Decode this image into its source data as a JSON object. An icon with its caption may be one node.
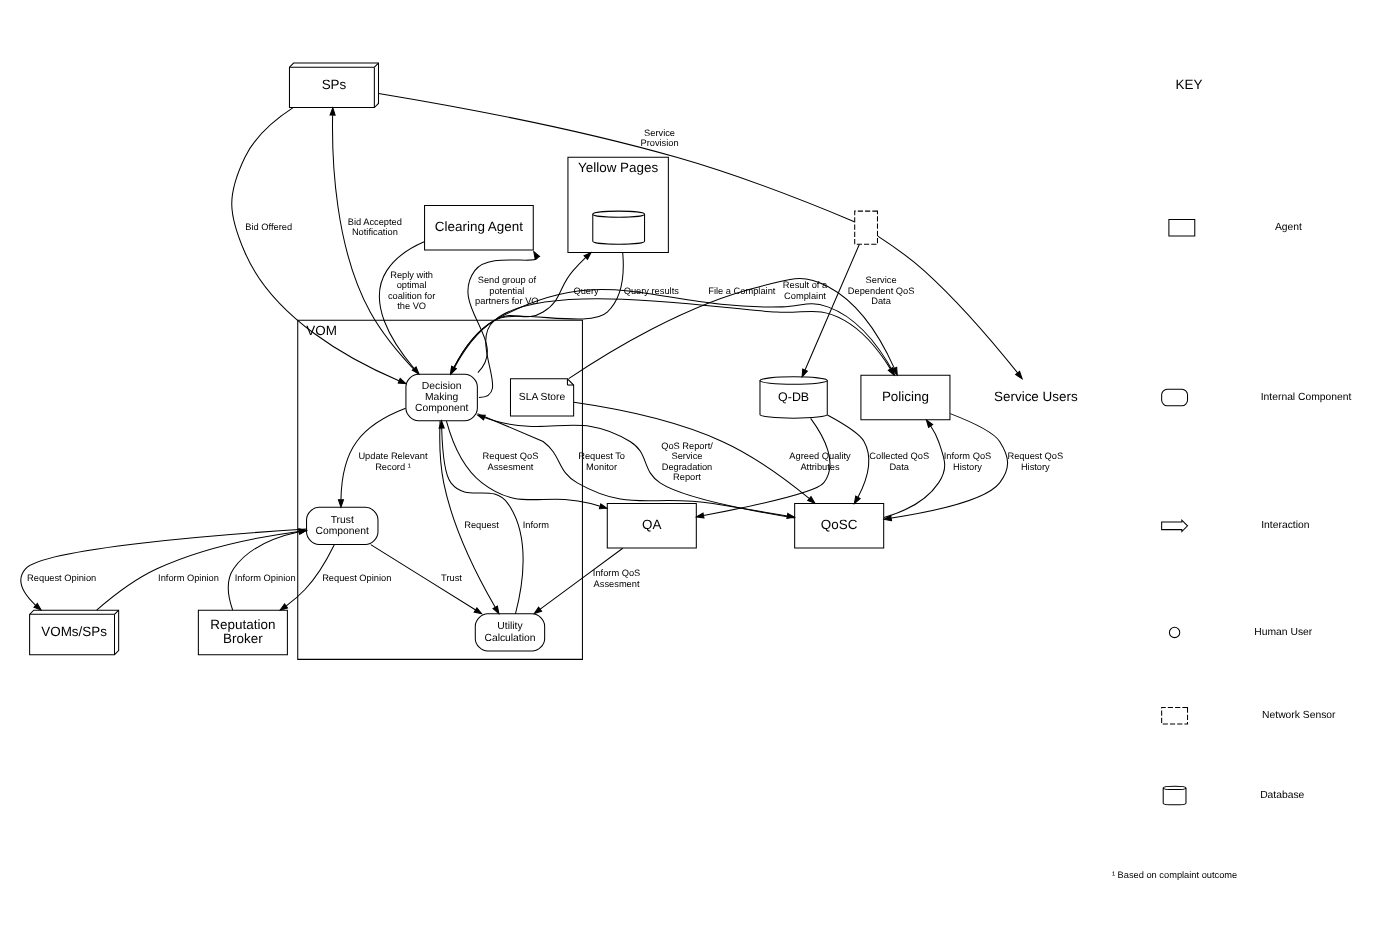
{
  "diagram": {
    "nodes": [
      {
        "text": [
          "Policing"
        ]
      },
      {
        "text": [
          "Clearing Agent"
        ]
      },
      {
        "text": [
          "Yellow Pages"
        ]
      },
      {
        "text": [],
        "shape": "cylinder",
        "in": 2
      },
      {
        "text": [
          "VOM"
        ]
      },
      {
        "text": [
          "Decision Making Component"
        ],
        "in": 4
      },
      {
        "text": [
          "Utility Calculation"
        ],
        "in": 4
      },
      {
        "text": [
          "SLA Store"
        ],
        "in": 4
      },
      {
        "text": [
          "Trust Component"
        ],
        "in": 4
      },
      {
        "text": [
          "SPs"
        ]
      },
      {
        "text": [
          "VOMs/SPs"
        ]
      },
      {
        "text": [
          "Reputation Broker"
        ]
      },
      {
        "text": [],
        "shape": "box"
      },
      {
        "text": [
          "Service Users"
        ]
      },
      {
        "text": [
          "Q-DB"
        ]
      },
      {
        "text": [
          "QoSC"
        ]
      },
      {
        "text": [
          "QA"
        ]
      }
    ],
    "edges": [
      {
        "from": 15,
        "to": 0,
        "arrow": "to",
        "label": "Inform QoS History"
      },
      {
        "from": 0,
        "to": 15,
        "arrow": "to",
        "label": "Request QoS History"
      },
      {
        "from": 2,
        "to": 5,
        "arrow": "to",
        "label": "Query results"
      },
      {
        "from": 5,
        "to": 2,
        "arrow": "to",
        "label": "Query"
      },
      {
        "from": 5,
        "to": 0,
        "arrow": "to",
        "label": "File a Complaint"
      },
      {
        "from": 7,
        "to": 0,
        "arrow": "to"
      },
      {
        "from": 0,
        "to": 5,
        "arrow": "to",
        "label": "Result of a Complaint"
      },
      {
        "from": 1,
        "to": 5,
        "arrow": "to",
        "label": "Reply with optimal coalition for the VO"
      },
      {
        "from": 5,
        "to": 1,
        "arrow": "to",
        "label": "Send group of potential partners for VO"
      },
      {
        "from": 9,
        "to": 5,
        "arrow": "to",
        "label": "Bid Offered"
      },
      {
        "from": 5,
        "to": 9,
        "arrow": "to",
        "label": "Bid Accepted Notification"
      },
      {
        "from": 5,
        "to": 6,
        "arrow": "to",
        "label": "Request"
      },
      {
        "from": 6,
        "to": 5,
        "arrow": "to",
        "label": "Inform"
      },
      {
        "from": 8,
        "to": 6,
        "arrow": "to",
        "label": "Trust"
      },
      {
        "from": 5,
        "to": 8,
        "arrow": "to",
        "label": "Update Relevant Record ¹"
      },
      {
        "from": 8,
        "to": 10,
        "arrow": "to",
        "label": "Request Opinion"
      },
      {
        "from": 10,
        "to": 8,
        "arrow": "to",
        "label": "Inform Opinion"
      },
      {
        "from": 8,
        "to": 11,
        "arrow": "to",
        "label": "Request Opinion"
      },
      {
        "from": 11,
        "to": 8,
        "arrow": "to",
        "label": "Inform Opinion"
      },
      {
        "from": 9,
        "to": 12,
        "arrow": "none",
        "label": "Service Provision"
      },
      {
        "from": 12,
        "to": 13,
        "arrow": "to"
      },
      {
        "from": 12,
        "to": 14,
        "arrow": "to",
        "label": "Service Dependent QoS Data"
      },
      {
        "from": 5,
        "to": 15,
        "arrow": "to",
        "label": "Request To Monitor"
      },
      {
        "from": 7,
        "to": 15,
        "arrow": "to",
        "label": "Agreed Quality Attributes"
      },
      {
        "from": 15,
        "to": 5,
        "arrow": "to",
        "label": "QoS Report/ Service Degradation Report"
      },
      {
        "from": 5,
        "to": 16,
        "arrow": "to",
        "label": "Request QoS Assesment"
      },
      {
        "from": 16,
        "to": 6,
        "arrow": "to",
        "label": "Inform QoS Assesment"
      },
      {
        "from": 14,
        "to": 15,
        "arrow": "to",
        "label": "Collected QoS Data"
      },
      {
        "from": 14,
        "to": 16,
        "arrow": "to"
      }
    ],
    "labels": [
      "KEY",
      "¹ Based on complaint outcome"
    ],
    "legend": [
      {
        "text": "Agent"
      },
      {
        "text": "Internal Component"
      },
      {
        "text": "Interaction"
      },
      {
        "text": "Human User"
      },
      {
        "text": "Network Sensor"
      },
      {
        "text": "Database"
      }
    ]
  }
}
